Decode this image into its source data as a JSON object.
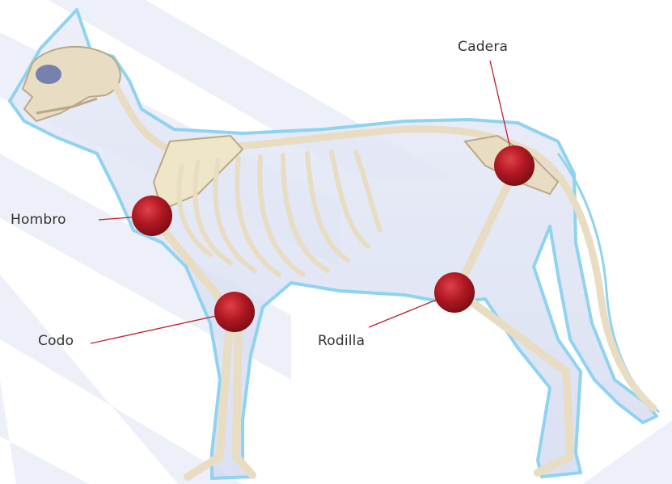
{
  "labels": {
    "cadera": "Cadera",
    "hombro": "Hombro",
    "codo": "Codo",
    "rodilla": "Rodilla"
  },
  "colors": {
    "body_fill": "#dfe4f4",
    "body_outline": "#8fd3f0",
    "bone": "#e8dcc2",
    "bone_shadow": "#b9a886",
    "joint_marker": "#b01822",
    "joint_highlight": "#e0414a",
    "leader_line": "#c0202a",
    "stripe": "#edf0f8",
    "label_text": "#333333"
  },
  "icons": {
    "joint": "joint-marker-icon"
  }
}
